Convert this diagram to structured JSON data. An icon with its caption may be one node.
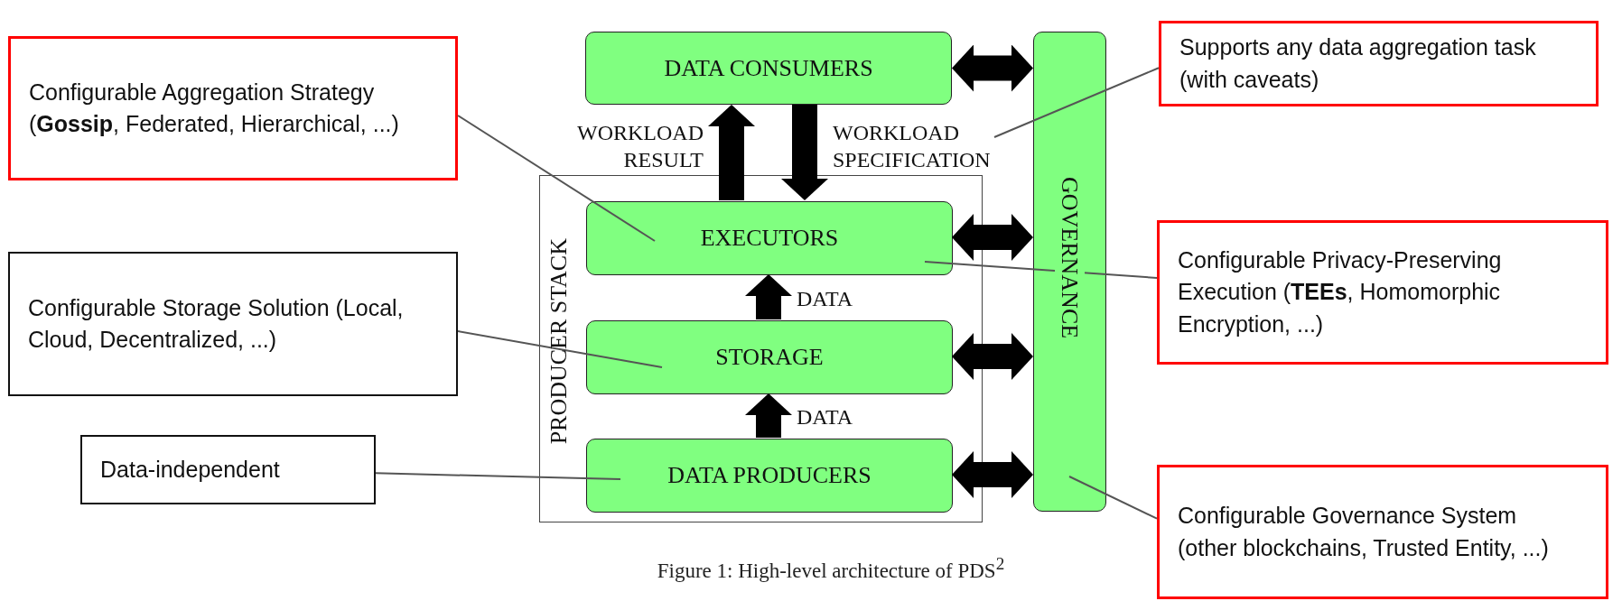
{
  "diagram": {
    "caption": "Figure 1: High-level architecture of PDS$^{2}$",
    "nodes": [
      {
        "text": [
          "Configurable Aggregation Strategy (**Gossip**, Federated, Hierarchical, ...)"
        ]
      },
      {
        "text": [
          "DATA CONSUMERS"
        ]
      },
      {
        "text": [
          "GOVERNANCE"
        ]
      },
      {
        "text": [
          "Supports any data aggregation task (with caveats)"
        ]
      },
      {
        "text": [
          "PRODUCER STACK"
        ]
      },
      {
        "text": [
          "EXECUTORS"
        ],
        "in": 4
      },
      {
        "text": [
          "STORAGE"
        ],
        "in": 4
      },
      {
        "text": [
          "DATA PRODUCERS"
        ],
        "in": 4
      },
      {
        "text": [
          "Configurable Storage Solution (Local, Cloud, Decentralized, ...)"
        ]
      },
      {
        "text": [
          "Configurable Privacy-Preserving Execution (**TEEs**, Homomorphic Encryption, ...)"
        ]
      },
      {
        "text": [
          "Data-independent"
        ]
      },
      {
        "text": [
          "Configurable Governance System (other blockchains, Trusted Entity, ...)"
        ]
      }
    ],
    "edges": [
      {
        "from": 1,
        "to": 2,
        "arrow": "both"
      },
      {
        "from": 5,
        "to": 2,
        "arrow": "both"
      },
      {
        "from": 6,
        "to": 2,
        "arrow": "both"
      },
      {
        "from": 7,
        "to": 2,
        "arrow": "both"
      },
      {
        "from": 5,
        "to": 1,
        "arrow": "to",
        "label": "WORKLOAD RESULT"
      },
      {
        "from": 1,
        "to": 5,
        "arrow": "to",
        "label": "WORKLOAD SPECIFICATION"
      },
      {
        "from": 6,
        "to": 5,
        "arrow": "to",
        "label": "DATA"
      },
      {
        "from": 7,
        "to": 6,
        "arrow": "to",
        "label": "DATA"
      },
      {
        "from": 0,
        "to": 5,
        "arrow": "none",
        "color": "#555555"
      },
      {
        "from": 8,
        "to": 6,
        "arrow": "none",
        "color": "#555555"
      },
      {
        "from": 10,
        "to": 7,
        "arrow": "none",
        "color": "#555555"
      },
      {
        "from": 3,
        "to": null,
        "arrow": "none",
        "color": "#555555"
      },
      {
        "from": 9,
        "to": 5,
        "arrow": "none",
        "color": "#555555"
      },
      {
        "from": 11,
        "to": 2,
        "arrow": "none",
        "color": "#555555"
      }
    ]
  }
}
